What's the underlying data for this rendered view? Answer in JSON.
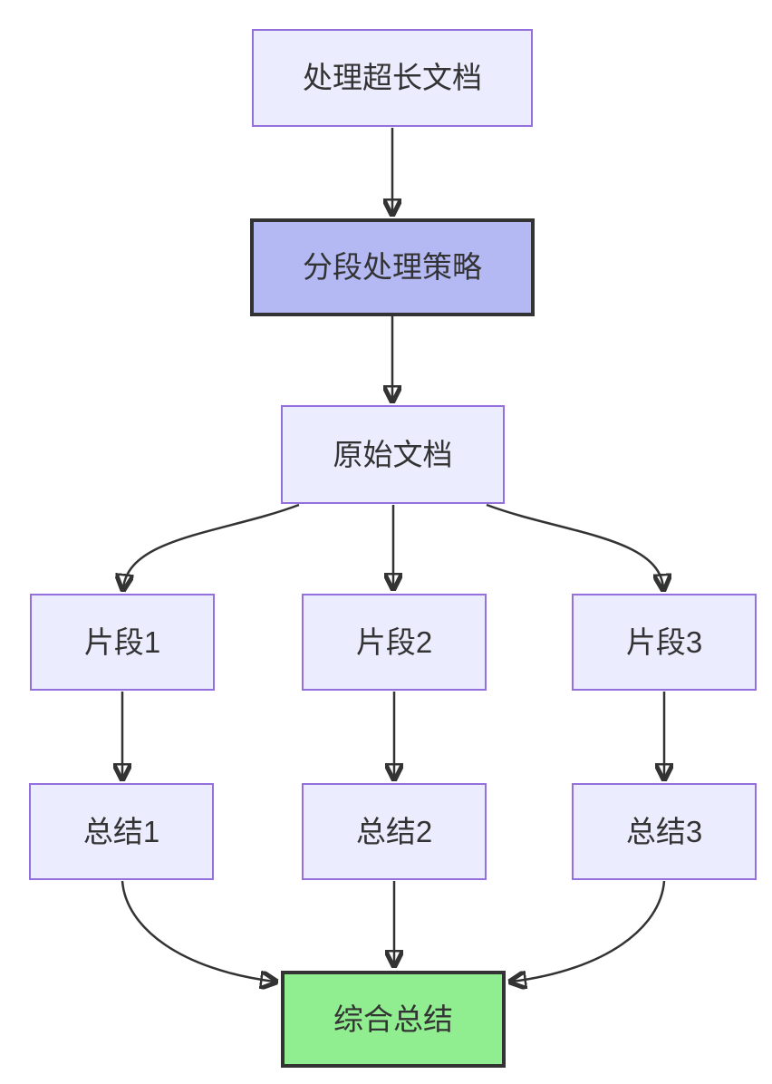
{
  "diagram": {
    "type": "flowchart",
    "direction": "top-down",
    "nodes": [
      {
        "id": "A",
        "label": "处理超长文档",
        "kind": "default"
      },
      {
        "id": "B",
        "label": "分段处理策略",
        "kind": "highlight"
      },
      {
        "id": "C",
        "label": "原始文档",
        "kind": "default"
      },
      {
        "id": "P1",
        "label": "片段1",
        "kind": "default"
      },
      {
        "id": "P2",
        "label": "片段2",
        "kind": "default"
      },
      {
        "id": "P3",
        "label": "片段3",
        "kind": "default"
      },
      {
        "id": "S1",
        "label": "总结1",
        "kind": "default"
      },
      {
        "id": "S2",
        "label": "总结2",
        "kind": "default"
      },
      {
        "id": "S3",
        "label": "总结3",
        "kind": "default"
      },
      {
        "id": "F",
        "label": "综合总结",
        "kind": "result"
      }
    ],
    "edges": [
      {
        "from": "A",
        "to": "B"
      },
      {
        "from": "B",
        "to": "C"
      },
      {
        "from": "C",
        "to": "P1"
      },
      {
        "from": "C",
        "to": "P2"
      },
      {
        "from": "C",
        "to": "P3"
      },
      {
        "from": "P1",
        "to": "S1"
      },
      {
        "from": "P2",
        "to": "S2"
      },
      {
        "from": "P3",
        "to": "S3"
      },
      {
        "from": "S1",
        "to": "F"
      },
      {
        "from": "S2",
        "to": "F"
      },
      {
        "from": "S3",
        "to": "F"
      }
    ],
    "colors": {
      "background": "#ffffff",
      "node_fill": "#ECECFF",
      "node_border": "#9370DB",
      "highlight_fill": "#b4b9f4",
      "highlight_border": "#333333",
      "result_fill": "#90EE90",
      "result_border": "#333333",
      "edge": "#333333",
      "text": "#333333"
    }
  }
}
